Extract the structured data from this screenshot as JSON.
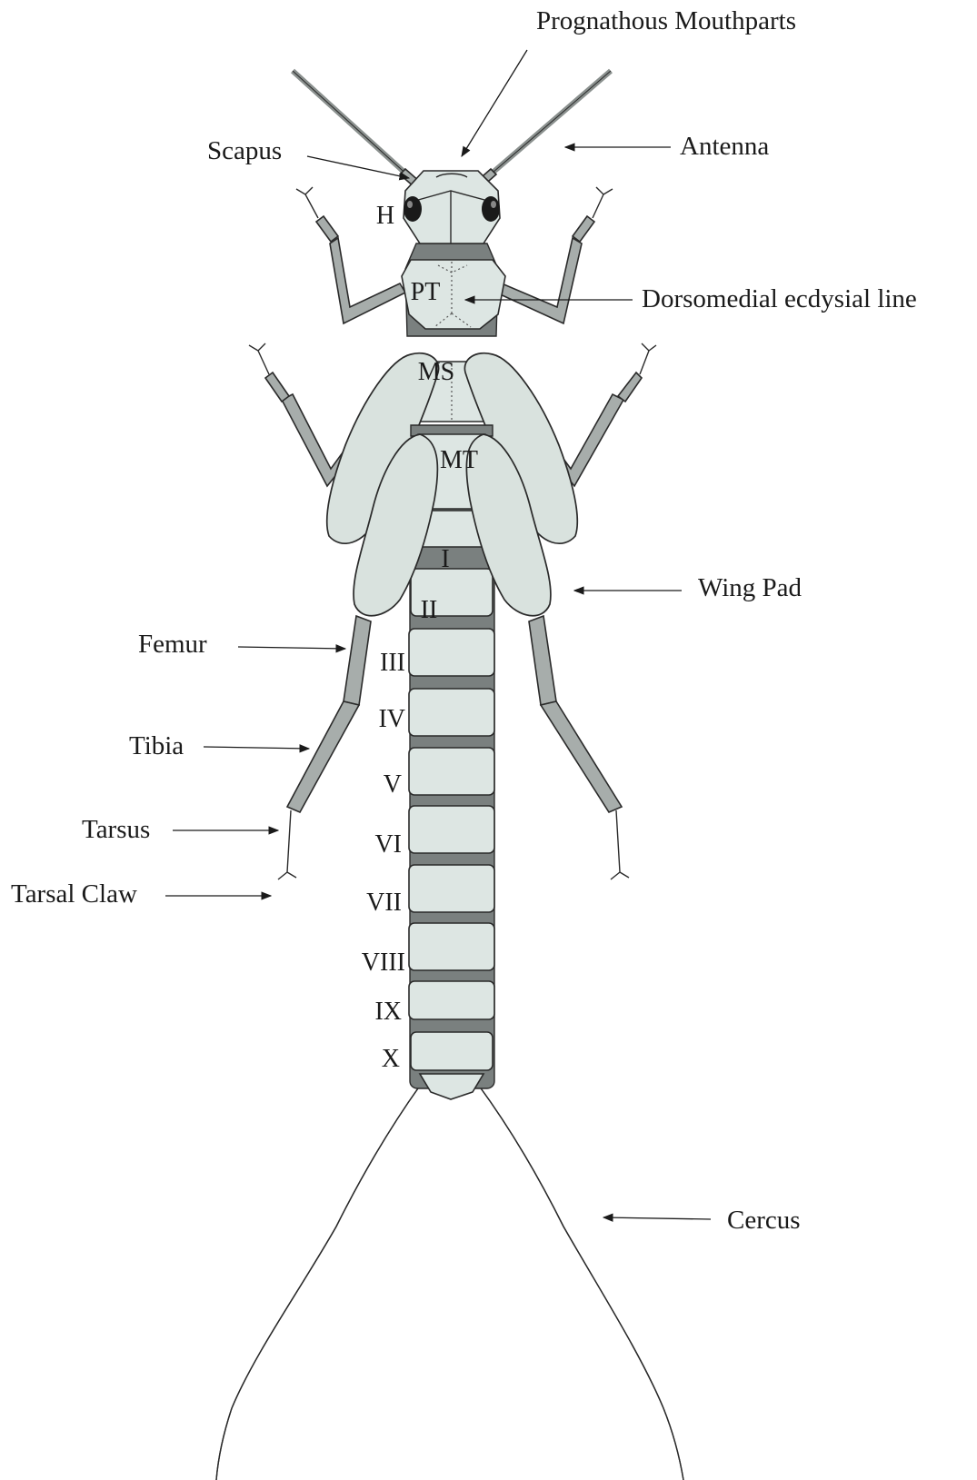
{
  "labels": {
    "mouthparts": "Prognathous Mouthparts",
    "scapus": "Scapus",
    "antenna": "Antenna",
    "head": "H",
    "ecdysial": "Dorsomedial ecdysial line",
    "pronotum": "PT",
    "mesonotum": "MS",
    "metanotum": "MT",
    "wing_pad": "Wing Pad",
    "femur": "Femur",
    "tibia": "Tibia",
    "tarsus": "Tarsus",
    "tarsal_claw": "Tarsal Claw",
    "cercus": "Cercus"
  },
  "segments": [
    "I",
    "II",
    "III",
    "IV",
    "V",
    "VI",
    "VII",
    "VIII",
    "IX",
    "X"
  ],
  "colors": {
    "body": "#dde6e3",
    "band": "#7a807f",
    "leg": "#a7adab",
    "outline": "#2a2a2a"
  }
}
